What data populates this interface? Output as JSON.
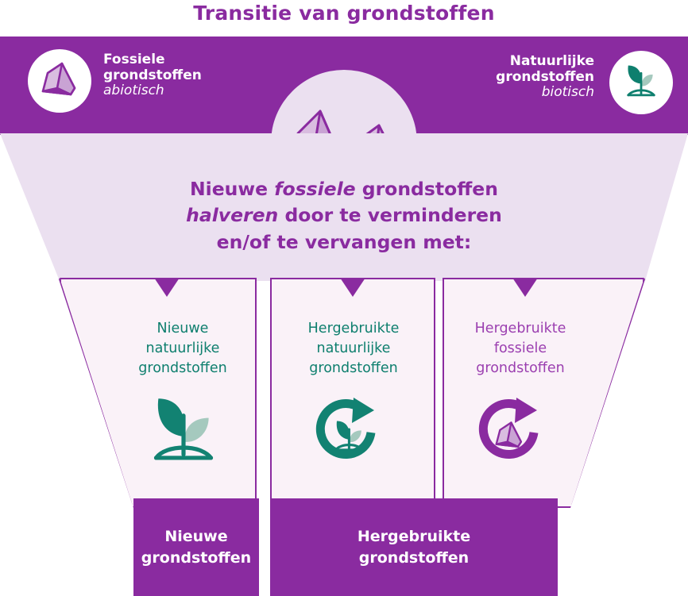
{
  "title": "Transitie van grondstoffen",
  "colors": {
    "purple": "#8A2BA0",
    "purple_light": "#9B3FB0",
    "lavender": "#EBE0F0",
    "panel_bg": "#FAF2F8",
    "teal": "#0E7F6E",
    "sage": "#A5C9BE",
    "crystal_light": "#D9BDE0",
    "crystal_mid": "#C9A3D4",
    "white": "#FFFFFF"
  },
  "header": {
    "left": {
      "icon": "crystal-icon",
      "title": "Fossiele\ngrondstoffen",
      "title_line1": "Fossiele",
      "title_line2": "grondstoffen",
      "subtitle": "abiotisch"
    },
    "center_icon": "two-crystals-icon",
    "right": {
      "icon": "sprout-icon",
      "title_line1": "Natuurlijke",
      "title_line2": "grondstoffen",
      "subtitle": "biotisch"
    }
  },
  "funnel": {
    "statement_line1_a": "Nieuwe ",
    "statement_line1_em": "fossiele",
    "statement_line1_b": " grondstoffen",
    "statement_line2_em": "halveren",
    "statement_line2_b": " door te verminderen",
    "statement_line3": "en/of te vervangen met:",
    "statement_plain": "Nieuwe fossiele grondstoffen halveren door te verminderen en/of te vervangen met:"
  },
  "columns": [
    {
      "id": "nieuwe-natuurlijke",
      "label_line1": "Nieuwe",
      "label_line2": "natuurlijke",
      "label_line3": "grondstoffen",
      "label_plain": "Nieuwe natuurlijke grondstoffen",
      "icon": "sprout-icon",
      "color": "#0E7F6E"
    },
    {
      "id": "hergebruikte-natuurlijke",
      "label_line1": "Hergebruikte",
      "label_line2": "natuurlijke",
      "label_line3": "grondstoffen",
      "label_plain": "Hergebruikte natuurlijke grondstoffen",
      "icon": "recycle-sprout-icon",
      "color": "#0E7F6E"
    },
    {
      "id": "hergebruikte-fossiele",
      "label_line1": "Hergebruikte",
      "label_line2": "fossiele",
      "label_line3": "grondstoffen",
      "label_plain": "Hergebruikte fossiele grondstoffen",
      "icon": "recycle-crystal-icon",
      "color": "#9B3FB0"
    }
  ],
  "bottom_bars": [
    {
      "id": "nieuwe-grondstoffen",
      "line1": "Nieuwe",
      "line2": "grondstoffen",
      "plain": "Nieuwe grondstoffen"
    },
    {
      "id": "hergebruikte-grondstoffen",
      "line1": "Hergebruikte",
      "line2": "grondstoffen",
      "plain": "Hergebruikte grondstoffen"
    }
  ]
}
